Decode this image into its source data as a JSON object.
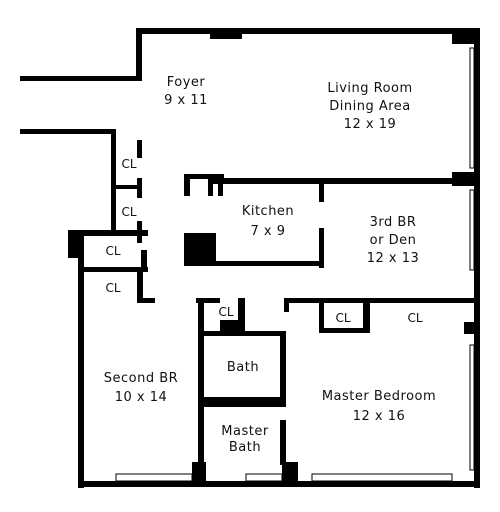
{
  "rooms": {
    "foyer": {
      "name": "Foyer",
      "size": "9 x 11"
    },
    "living": {
      "name_line1": "Living Room",
      "name_line2": "Dining Area",
      "size": "12 x 19"
    },
    "kitchen": {
      "name": "Kitchen",
      "size": "7 x 9"
    },
    "third_br": {
      "name_line1": "3rd BR",
      "name_line2": "or Den",
      "size": "12 x 13"
    },
    "second_br": {
      "name": "Second BR",
      "size": "10 x 14"
    },
    "bath": {
      "name": "Bath"
    },
    "master_bath": {
      "name_line1": "Master",
      "name_line2": "Bath"
    },
    "master_bedroom": {
      "name": "Master Bedroom",
      "size": "12 x 16"
    }
  },
  "closets": {
    "cl_1": "CL",
    "cl_2": "CL",
    "cl_3": "CL",
    "cl_4": "CL",
    "cl_5": "CL",
    "cl_6": "CL",
    "cl_7": "CL"
  },
  "colors": {
    "wall": "#000000",
    "background": "#ffffff"
  }
}
